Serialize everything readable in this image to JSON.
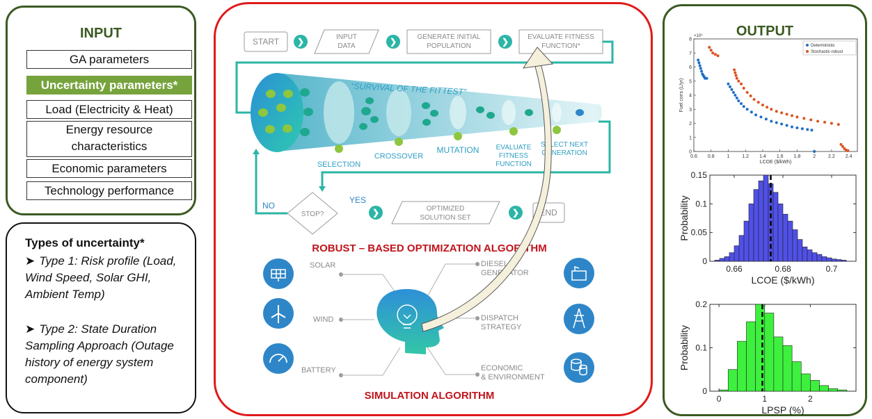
{
  "input": {
    "title": "INPUT",
    "params": [
      "GA parameters",
      "Uncertainty parameters*",
      "Load (Electricity & Heat)",
      "Energy resource characteristics",
      "Economic parameters",
      "Technology performance"
    ]
  },
  "uncertainty": {
    "title": "Types of uncertainty*",
    "type1": "Type 1: Risk profile (Load, Wind Speed, Solar GHI, Ambient Temp)",
    "type2": "Type 2: State Duration Sampling Approach (Outage history of energy system component)"
  },
  "flow": {
    "start": "START",
    "input_data": "INPUT DATA",
    "generate": "GENERATE INITIAL POPULATION",
    "evaluate": "EVALUATE FITNESS FUNCTION*",
    "survival": "“SURVIVAL OF THE FITTEST”",
    "stages": [
      "SELECTION",
      "CROSSOVER",
      "MUTATION",
      "EVALUATE FITNESS FUNCTION",
      "SELECT NEXT GENERATION"
    ],
    "stop": "STOP?",
    "no": "NO",
    "yes": "YES",
    "optimized": "OPTIMIZED SOLUTION SET",
    "end": "END",
    "robust_title": "ROBUST – BASED OPTIMIZATION ALGORITHM",
    "sim_items": [
      "SOLAR",
      "WIND",
      "BATTERY",
      "DIESEL GENERATOR",
      "DISPATCH STRATEGY",
      "ECONOMIC & ENVIRONMENT"
    ],
    "sim_title": "SIMULATION ALGORITHM"
  },
  "output": {
    "title": "OUTPUT"
  },
  "colors": {
    "green_dark": "#3b5a22",
    "green_hl": "#77a33d",
    "red": "#e01a1a",
    "teal": "#2bb5a6",
    "blue": "#2e86c8",
    "bar_blue": "#5050e8",
    "bar_green": "#3ef03e"
  },
  "chart_data": [
    {
      "type": "scatter",
      "xlabel": "LCOE ($/kWh)",
      "ylabel": "Fuel cons (L/yr)",
      "yscale_label": "×10⁵",
      "xlim": [
        0.6,
        2.5
      ],
      "ylim": [
        0,
        8
      ],
      "xticks": [
        0.6,
        0.8,
        1,
        1.2,
        1.4,
        1.6,
        1.8,
        2,
        2.2,
        2.4
      ],
      "yticks": [
        0,
        1,
        2,
        3,
        4,
        5,
        6,
        7,
        8
      ],
      "legend_position": "top-right",
      "series": [
        {
          "name": "Deterministic",
          "color": "#1f6fc4",
          "x": [
            0.65,
            0.66,
            0.67,
            0.68,
            0.69,
            0.7,
            0.71,
            0.72,
            0.73,
            0.75,
            1.0,
            1.02,
            1.04,
            1.06,
            1.08,
            1.1,
            1.12,
            1.15,
            1.18,
            1.22,
            1.27,
            1.32,
            1.38,
            1.44,
            1.5,
            1.56,
            1.62,
            1.68,
            1.74,
            1.8,
            1.86,
            1.92,
            1.97,
            2.0
          ],
          "y": [
            6.5,
            6.3,
            6.1,
            5.9,
            5.7,
            5.5,
            5.4,
            5.3,
            5.2,
            5.2,
            4.8,
            4.6,
            4.4,
            4.2,
            4.0,
            3.8,
            3.6,
            3.4,
            3.2,
            3.0,
            2.8,
            2.6,
            2.45,
            2.3,
            2.15,
            2.05,
            1.95,
            1.85,
            1.75,
            1.68,
            1.62,
            1.56,
            1.52,
            0.0
          ]
        },
        {
          "name": "Stochastic-robust",
          "color": "#d9541e",
          "x": [
            0.78,
            0.8,
            0.82,
            0.85,
            0.88,
            1.07,
            1.08,
            1.09,
            1.1,
            1.12,
            1.15,
            1.18,
            1.22,
            1.26,
            1.3,
            1.35,
            1.4,
            1.45,
            1.5,
            1.56,
            1.62,
            1.68,
            1.74,
            1.8,
            1.88,
            1.96,
            2.04,
            2.12,
            2.2,
            2.28,
            2.31,
            2.33,
            2.35,
            2.37,
            2.39
          ],
          "y": [
            7.4,
            7.2,
            7.0,
            6.9,
            6.8,
            5.8,
            5.6,
            5.4,
            5.2,
            5.0,
            4.8,
            4.5,
            4.2,
            3.95,
            3.7,
            3.5,
            3.3,
            3.15,
            3.0,
            2.85,
            2.75,
            2.65,
            2.55,
            2.45,
            2.35,
            2.25,
            2.15,
            2.08,
            2.0,
            1.92,
            0.5,
            0.35,
            0.2,
            0.1,
            0.05
          ]
        }
      ]
    },
    {
      "type": "bar",
      "xlabel": "LCOE ($/kWh)",
      "ylabel": "Probability",
      "xlim": [
        0.65,
        0.71
      ],
      "ylim": [
        0,
        0.15
      ],
      "xticks": [
        0.66,
        0.68,
        0.7
      ],
      "yticks": [
        0,
        0.05,
        0.1,
        0.15
      ],
      "bin_width": 0.002,
      "bin_starts": [
        0.652,
        0.654,
        0.656,
        0.658,
        0.66,
        0.662,
        0.664,
        0.666,
        0.668,
        0.67,
        0.672,
        0.674,
        0.676,
        0.678,
        0.68,
        0.682,
        0.684,
        0.686,
        0.688,
        0.69,
        0.692,
        0.694,
        0.696,
        0.698,
        0.7,
        0.702,
        0.704
      ],
      "values": [
        0.002,
        0.005,
        0.008,
        0.015,
        0.027,
        0.045,
        0.07,
        0.1,
        0.125,
        0.14,
        0.15,
        0.135,
        0.12,
        0.1,
        0.082,
        0.07,
        0.055,
        0.038,
        0.025,
        0.02,
        0.015,
        0.012,
        0.008,
        0.006,
        0.004,
        0.003,
        0.002
      ],
      "mean_line": 0.675,
      "color": "#5050e8"
    },
    {
      "type": "bar",
      "xlabel": "LPSP (%)",
      "ylabel": "Probability",
      "xlim": [
        -0.2,
        3.0
      ],
      "ylim": [
        0,
        0.2
      ],
      "xticks": [
        0,
        1,
        2
      ],
      "yticks": [
        0,
        0.1,
        0.2
      ],
      "bin_width": 0.2,
      "bin_starts": [
        0.0,
        0.2,
        0.4,
        0.6,
        0.8,
        1.0,
        1.2,
        1.4,
        1.6,
        1.8,
        2.0,
        2.2,
        2.4,
        2.6
      ],
      "values": [
        0.003,
        0.05,
        0.115,
        0.16,
        0.2,
        0.18,
        0.125,
        0.105,
        0.068,
        0.04,
        0.025,
        0.013,
        0.006,
        0.003
      ],
      "mean_line": 0.95,
      "color": "#3ef03e"
    }
  ]
}
